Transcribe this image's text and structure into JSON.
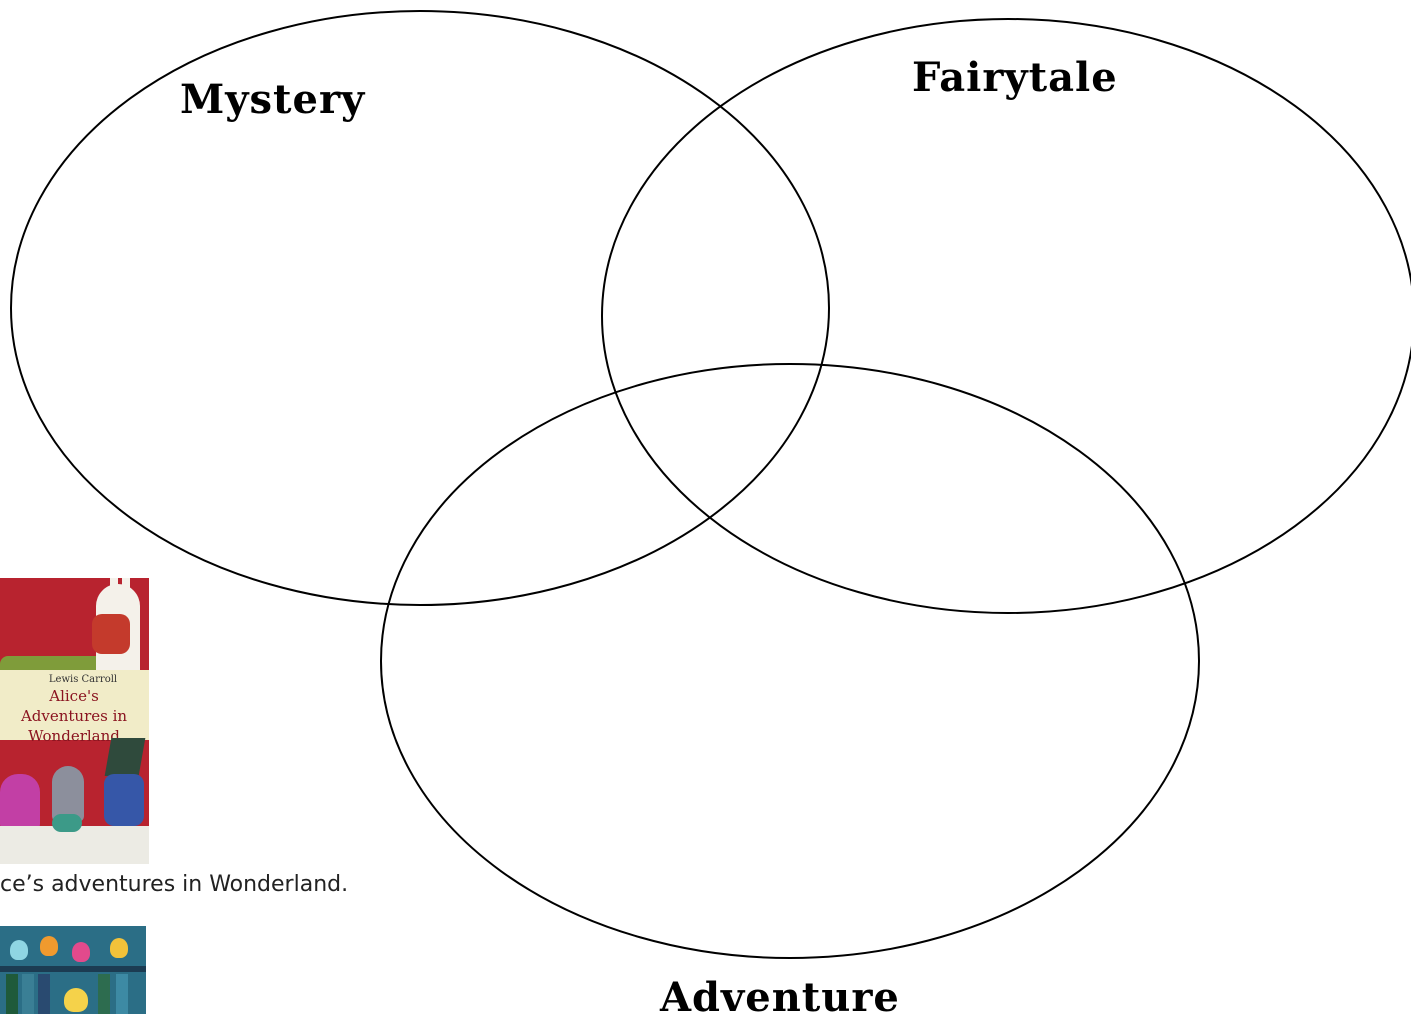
{
  "diagram": {
    "type": "venn",
    "sets": [
      {
        "label": "Mystery"
      },
      {
        "label": "Fairytale"
      },
      {
        "label": "Adventure"
      }
    ],
    "stroke_color": "#000000"
  },
  "examples": [
    {
      "cover_author": "Lewis Carroll",
      "cover_title": "Alice's\nAdventures in\nWonderland",
      "caption": "ce’s adventures in Wonderland."
    }
  ],
  "colors": {
    "cover_red": "#b8232f",
    "cover_cream": "#f1ecc8",
    "lab_teal": "#2b6e86"
  }
}
